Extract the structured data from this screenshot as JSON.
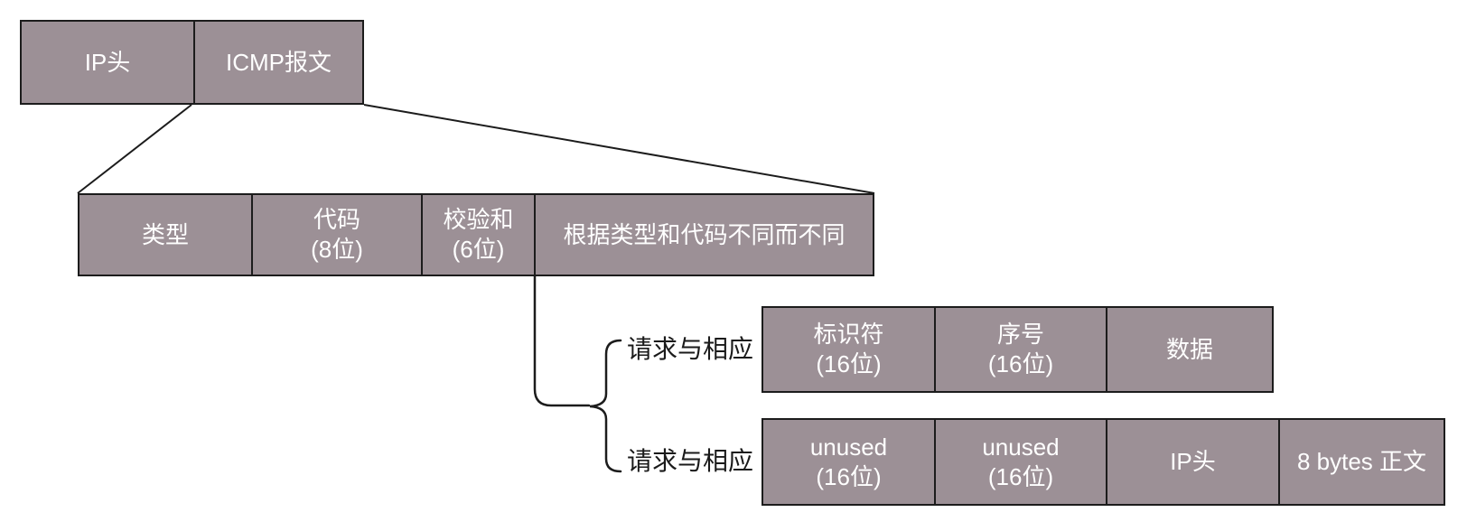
{
  "colors": {
    "background": "#ffffff",
    "box_fill": "#9c9096",
    "box_border": "#1c1c1c",
    "box_text": "#ffffff",
    "connector_line": "#1c1c1c",
    "label_text": "#1a1a1a"
  },
  "diagram": {
    "packet_row": {
      "cells": [
        {
          "lines": [
            "IP头"
          ]
        },
        {
          "lines": [
            "ICMP报文"
          ]
        }
      ]
    },
    "icmp_header_row": {
      "cells": [
        {
          "lines": [
            "类型"
          ]
        },
        {
          "lines": [
            "代码",
            "(8位)"
          ]
        },
        {
          "lines": [
            "校验和",
            "(6位)"
          ]
        },
        {
          "lines": [
            "根据类型和代码不同而不同"
          ]
        }
      ]
    },
    "branch_labels": [
      {
        "label": "请求与相应"
      },
      {
        "label": "请求与相应"
      }
    ],
    "echo_row": {
      "cells": [
        {
          "lines": [
            "标识符",
            "(16位)"
          ]
        },
        {
          "lines": [
            "序号",
            "(16位)"
          ]
        },
        {
          "lines": [
            "数据"
          ]
        }
      ]
    },
    "error_row": {
      "cells": [
        {
          "lines": [
            "unused",
            "(16位)"
          ]
        },
        {
          "lines": [
            "unused",
            "(16位)"
          ]
        },
        {
          "lines": [
            "IP头"
          ]
        },
        {
          "lines": [
            "8 bytes 正文"
          ]
        }
      ]
    }
  }
}
